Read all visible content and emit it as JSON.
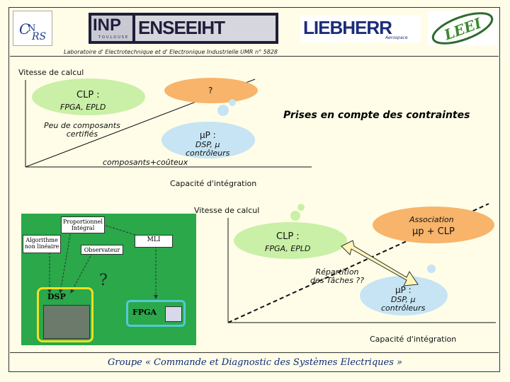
{
  "header": {
    "logos": [
      "CNRS",
      "INP",
      "ENSEEIHT",
      "LIEBHERR",
      "LEEI"
    ],
    "inp_sub": "TOULOUSE",
    "liebherr_sub": "Aerospace",
    "lab_line": "Laboratoire d'  Electrotechnique et d' Electronique Industrielle UMR n° 5828"
  },
  "top_chart": {
    "y_axis_label": "Vitesse de calcul",
    "x_axis_label": "Capacité d'intégration",
    "clp_title": "CLP :",
    "clp_sub": "FPGA, EPLD",
    "unknown": "?",
    "up_title": "µP :",
    "up_sub1": "DSP, µ",
    "up_sub2": "contrôleurs",
    "note_left1": "Peu de composants",
    "note_left2": "certifiés",
    "note_bottom": "composants+coûteux",
    "constraints": "Prises en compte des contraintes"
  },
  "bottom_chart": {
    "y_axis_label": "Vitesse de calcul",
    "x_axis_label": "Capacité d'intégration",
    "clp_title": "CLP :",
    "clp_sub": "FPGA, EPLD",
    "assoc_title": "Association",
    "assoc_sub": "µp + CLP",
    "up_title": "µP :",
    "up_sub1": "DSP, µ",
    "up_sub2": "contrôleurs",
    "repartition1": "Répartition",
    "repartition2": "des Tâches ??"
  },
  "diagram": {
    "prop": "Proportionnel Intégral",
    "algo": "Algorithme non linéaire",
    "obs": "Observateur",
    "mli": "MLI",
    "question": "?",
    "dsp": "DSP",
    "fpga": "FPGA"
  },
  "footer": "Groupe « Commande et Diagnostic des Systèmes Electriques »",
  "colors": {
    "clp_cloud": "#c9f0a6",
    "up_cloud": "#c6e4f3",
    "assoc_cloud": "#f7b46a",
    "footer_text": "#0b2a7a"
  }
}
